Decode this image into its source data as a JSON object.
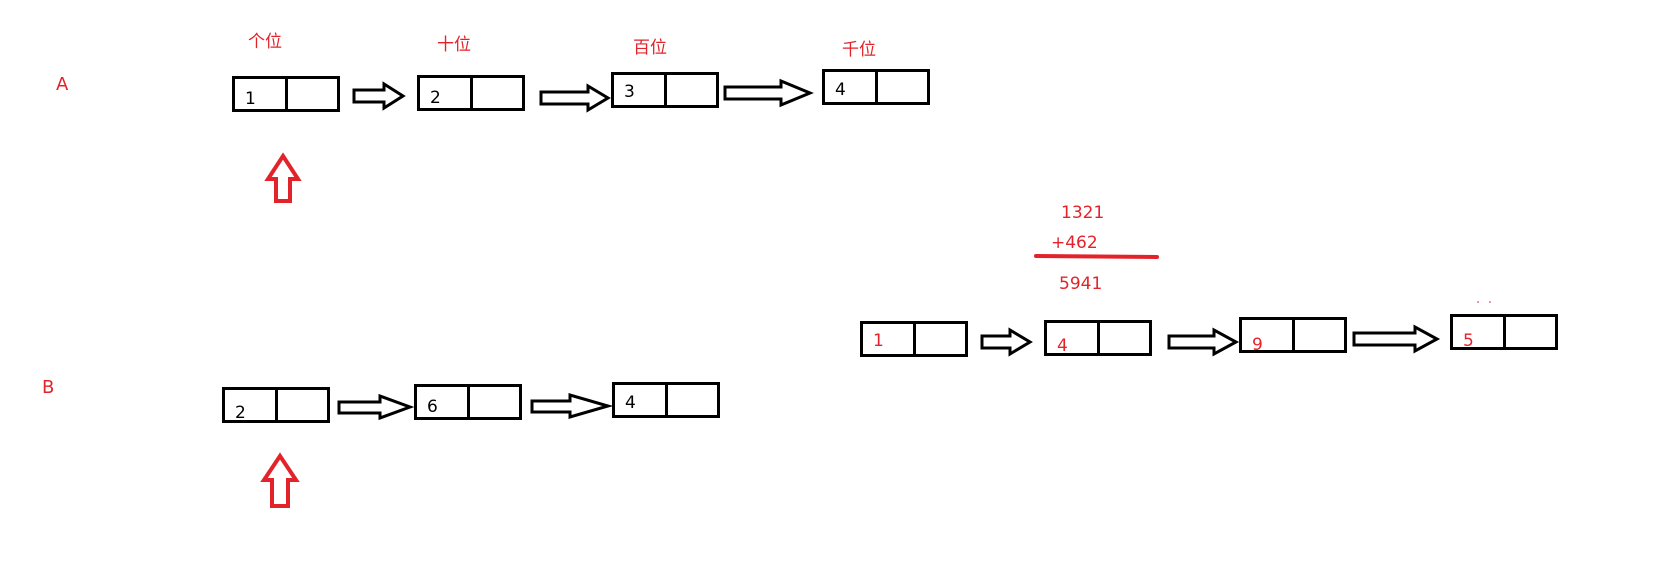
{
  "colors": {
    "accent": "#e3232a",
    "stroke": "#000000"
  },
  "list_a": {
    "label": "A",
    "place_labels": [
      "个位",
      "十位",
      "百位",
      "千位"
    ],
    "nodes": [
      "1",
      "2",
      "3",
      "4"
    ]
  },
  "list_b": {
    "label": "B",
    "nodes": [
      "2",
      "6",
      "4"
    ]
  },
  "sum": {
    "addend1": "1321",
    "addend2": "+462",
    "result": "5941",
    "nodes": [
      "1",
      "4",
      "9",
      "5"
    ]
  }
}
